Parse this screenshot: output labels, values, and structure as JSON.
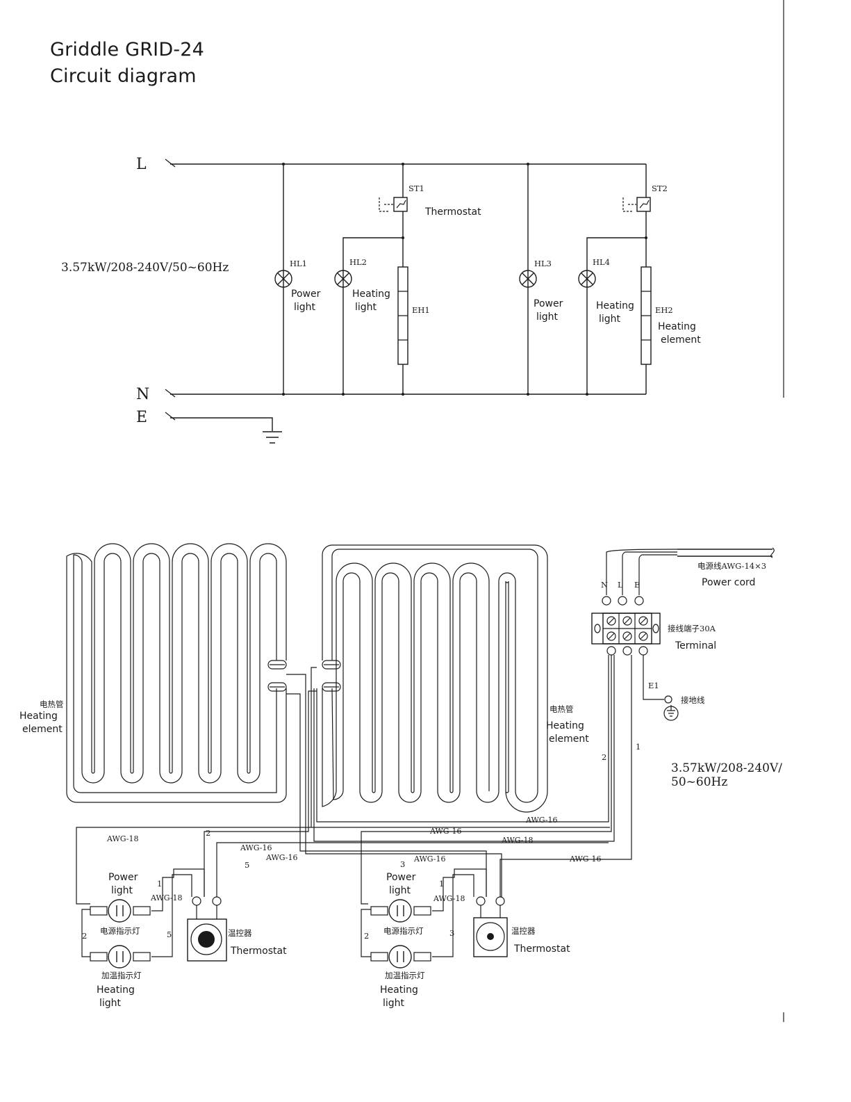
{
  "title": {
    "line1": "Griddle GRID-24",
    "line2": "Circuit diagram"
  },
  "schematic": {
    "rail_L": "L",
    "rail_N": "N",
    "rail_E": "E",
    "rating": "3.57kW/208-240V/50~60Hz",
    "st1": "ST1",
    "st2": "ST2",
    "thermostat": "Thermostat",
    "hl1": "HL1",
    "hl2": "HL2",
    "hl3": "HL3",
    "hl4": "HL4",
    "eh1": "EH1",
    "eh2": "EH2",
    "power": "Power",
    "light": "light",
    "heating": "Heating",
    "element": "element"
  },
  "wiring": {
    "cord_cn": "电源线AWG-14×3",
    "cord_en": "Power cord",
    "n": "N",
    "l": "L",
    "e": "E",
    "terminal_cn": "接线端子30A",
    "terminal_en": "Terminal",
    "e1": "E1",
    "ground_cn": "接地线",
    "heat_el_cn": "电热管",
    "heating": "Heating",
    "element": "element",
    "rating_line1": "3.57kW/208-240V/",
    "rating_line2": "50~60Hz",
    "awg16": "AWG-16",
    "awg18": "AWG-18",
    "power": "Power",
    "light": "light",
    "power_light_cn": "电源指示灯",
    "heat_light_cn": "加温指示灯",
    "thermostat_cn": "温控器",
    "thermostat_en": "Thermostat",
    "n1": "1",
    "n2": "2",
    "n3": "3",
    "n5": "5"
  }
}
